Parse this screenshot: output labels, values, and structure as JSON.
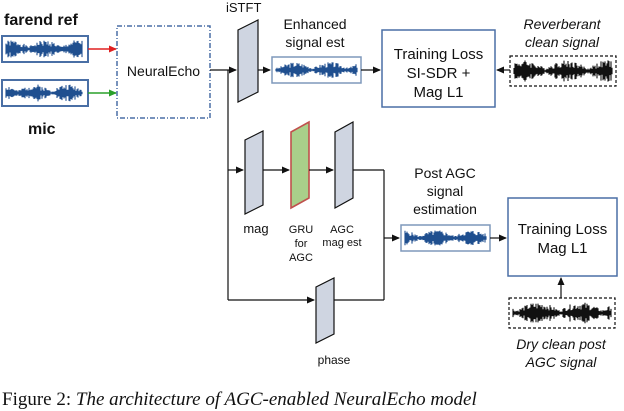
{
  "labels": {
    "farend_ref": "farend ref",
    "mic": "mic",
    "neuralecho": "NeuralEcho",
    "istft": "iSTFT",
    "enhanced_line1": "Enhanced",
    "enhanced_line2": "signal est",
    "loss1_line1": "Training Loss",
    "loss1_line2": "SI-SDR +",
    "loss1_line3": "Mag L1",
    "reverberant_line1": "Reverberant",
    "reverberant_line2": "clean signal",
    "mag": "mag",
    "gru_line1": "GRU",
    "gru_line2": "for",
    "gru_line3": "AGC",
    "agc_line1": "AGC",
    "agc_line2": "mag est",
    "postagc_line1": "Post AGC",
    "postagc_line2": "signal",
    "postagc_line3": "estimation",
    "loss2_line1": "Training Loss",
    "loss2_line2": "Mag L1",
    "phase": "phase",
    "dry_line1": "Dry clean post",
    "dry_line2": "AGC signal"
  },
  "caption": {
    "prefix": "Figure 2: ",
    "text": "The architecture of AGC-enabled NeuralEcho model"
  },
  "colors": {
    "box_border": "#4a6fa5",
    "waveform": "#1f4f8f",
    "block_fill": "#cfd5e1",
    "gru_fill": "#a9cf8a",
    "gru_border": "#c0504d",
    "farend_arrow": "#e02020",
    "mic_arrow": "#2aa02a"
  }
}
